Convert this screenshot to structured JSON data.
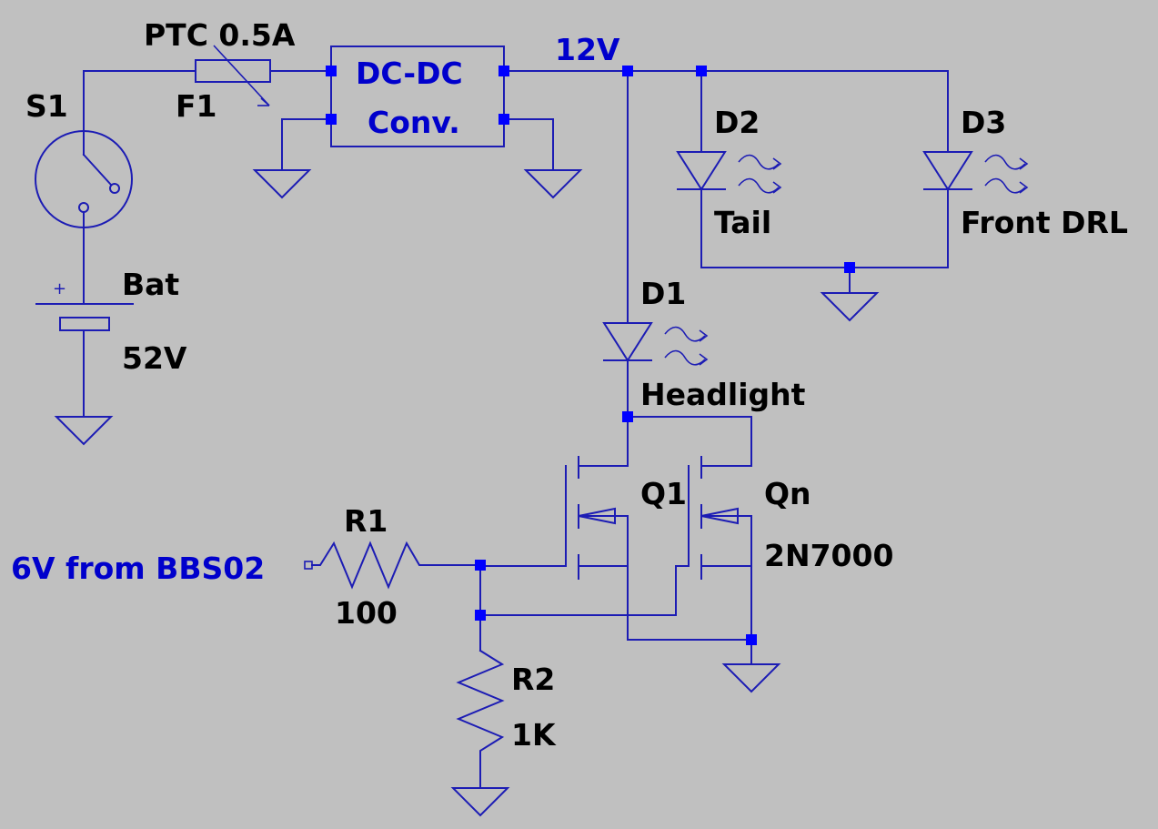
{
  "colors": {
    "background": "#c0c0c0",
    "wire": "#1c1cb4",
    "junction": "#0000ff",
    "label_text": "#000000",
    "net_label_text": "#0000cc"
  },
  "components": {
    "s1": {
      "ref": "S1"
    },
    "f1": {
      "ref": "F1",
      "value": "PTC 0.5A"
    },
    "bat": {
      "ref": "Bat",
      "value": "52V",
      "polarity": "+"
    },
    "dcdc": {
      "line1": "DC-DC",
      "line2": "Conv."
    },
    "d1": {
      "ref": "D1",
      "value": "Headlight"
    },
    "d2": {
      "ref": "D2",
      "value": "Tail"
    },
    "d3": {
      "ref": "D3",
      "value": "Front DRL"
    },
    "q1": {
      "ref": "Q1"
    },
    "qn": {
      "ref": "Qn",
      "value": "2N7000"
    },
    "r1": {
      "ref": "R1",
      "value": "100"
    },
    "r2": {
      "ref": "R2",
      "value": "1K"
    }
  },
  "nets": {
    "v12": "12V",
    "input": "6V from BBS02"
  }
}
